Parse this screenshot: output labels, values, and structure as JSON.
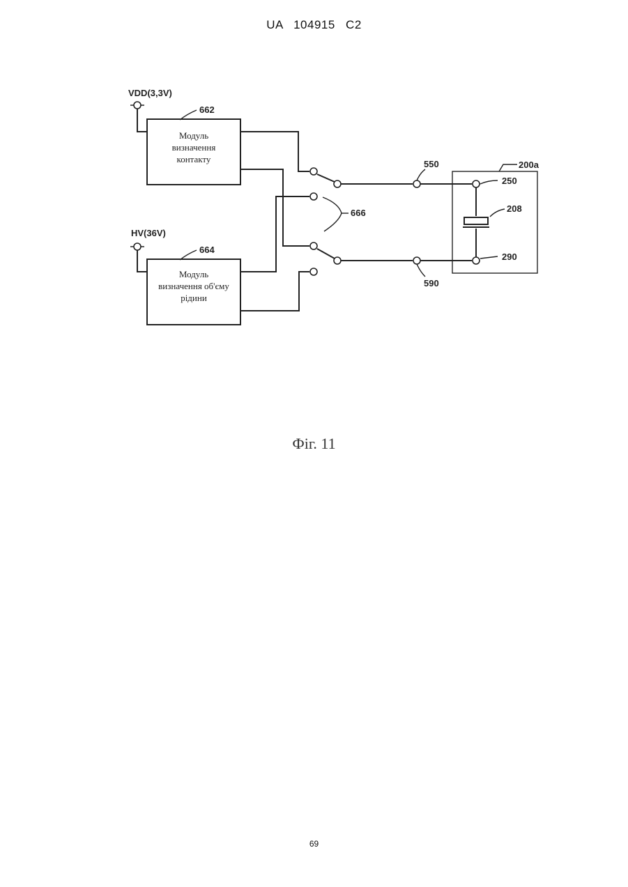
{
  "header": {
    "patent_number": "UA   104915   C2"
  },
  "figure": {
    "caption": "Фіг. 11",
    "labels": {
      "vdd": "VDD(3,3V)",
      "hv": "HV(36V)",
      "module_662_ref": "662",
      "module_664_ref": "664",
      "switch_ref": "666",
      "terminal_550": "550",
      "terminal_590": "590",
      "cartridge_ref": "200a",
      "electrode_250": "250",
      "element_208": "208",
      "electrode_290": "290"
    },
    "module_contact": {
      "line1": "Модуль",
      "line2": "визначення",
      "line3": "контакту"
    },
    "module_volume": {
      "line1": "Модуль",
      "line2": "визначення об'єму",
      "line3": "рідини"
    }
  },
  "footer": {
    "page_number": "69"
  }
}
